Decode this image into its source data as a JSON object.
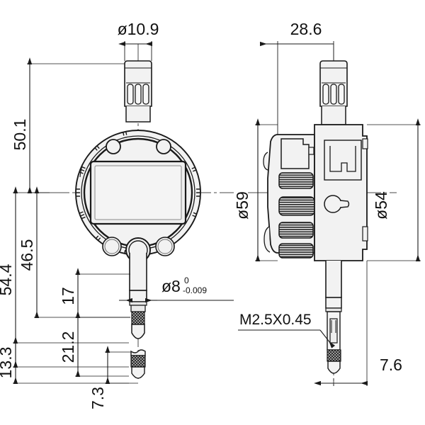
{
  "drawing": {
    "title": "Digital Indicator Technical Drawing",
    "views": [
      {
        "id": "front-view",
        "name": "front-elevation"
      },
      {
        "id": "side-view",
        "name": "side-elevation"
      }
    ],
    "line_color": "#1a1a1a",
    "fill_color": "#f2f2f2",
    "dark_fill": "#3a3a3a",
    "background": "#ffffff"
  },
  "dimensions": {
    "cap_diameter": "ø10.9",
    "overall_height_to_center": "50.1",
    "stem_bottom_to_center": "54.4",
    "body_bottom_to_center": "46.5",
    "spindle_length": "17",
    "contact_point_offset": "13.3",
    "spindle_to_tip": "21.2",
    "contact_point_length": "7.3",
    "spindle_diameter": "ø8",
    "spindle_tol_upper": "0",
    "spindle_tol_lower": "-0.009",
    "side_depth": "28.6",
    "bezel_diameter": "ø59",
    "body_diameter": "ø54",
    "side_tip_offset": "7.6",
    "thread_callout": "M2.5X0.45"
  }
}
